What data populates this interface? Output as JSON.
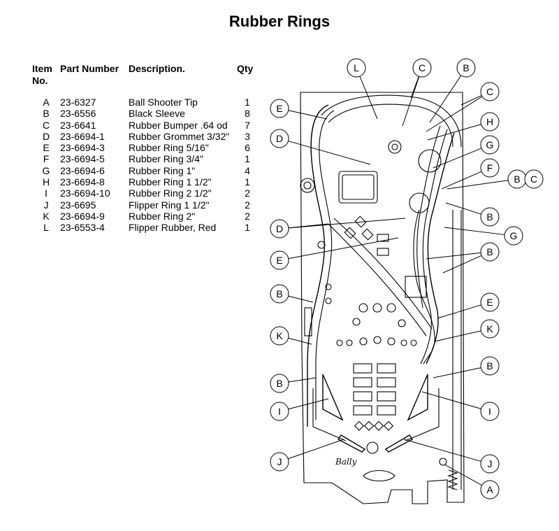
{
  "title": "Rubber Rings",
  "table": {
    "headers": {
      "item_line1": "Item",
      "item_line2": "No.",
      "part_number": "Part Number",
      "description": "Description.",
      "qty": "Qty"
    },
    "rows": [
      {
        "item": "A",
        "part": "23-6327",
        "desc": "Ball Shooter Tip",
        "qty": "1"
      },
      {
        "item": "B",
        "part": "23-6556",
        "desc": "Black Sleeve",
        "qty": "8"
      },
      {
        "item": "C",
        "part": "23-6641",
        "desc": "Rubber Bumper .64 od",
        "qty": "7"
      },
      {
        "item": "D",
        "part": "23-6694-1",
        "desc": "Rubber Grommet 3/32\"",
        "qty": "3"
      },
      {
        "item": "E",
        "part": "23-6694-3",
        "desc": "Rubber Ring 5/16\"",
        "qty": "6"
      },
      {
        "item": "F",
        "part": "23-6694-5",
        "desc": "Rubber Ring 3/4\"",
        "qty": "1"
      },
      {
        "item": "G",
        "part": "23-6694-6",
        "desc": "Rubber Ring 1\"",
        "qty": "4"
      },
      {
        "item": "H",
        "part": "23-6694-8",
        "desc": "Rubber Ring 1 1/2\"",
        "qty": "1"
      },
      {
        "item": "I",
        "part": "23-6694-10",
        "desc": "Rubber Ring 2 1/2\"",
        "qty": "2"
      },
      {
        "item": "J",
        "part": "23-6695",
        "desc": "Flipper Ring 1 1/2\"",
        "qty": "2"
      },
      {
        "item": "K",
        "part": "23-6694-9",
        "desc": "Rubber Ring 2\"",
        "qty": "2"
      },
      {
        "item": "L",
        "part": "23-6553-4",
        "desc": "Flipper Rubber, Red",
        "qty": "1"
      }
    ]
  },
  "callouts": [
    "L",
    "C",
    "B",
    "C",
    "E",
    "H",
    "D",
    "G",
    "F",
    "B",
    "C",
    "B",
    "D",
    "G",
    "E",
    "B",
    "B",
    "E",
    "K",
    "K",
    "B",
    "B",
    "I",
    "I",
    "J",
    "J",
    "A"
  ],
  "logo_text": "Bally"
}
